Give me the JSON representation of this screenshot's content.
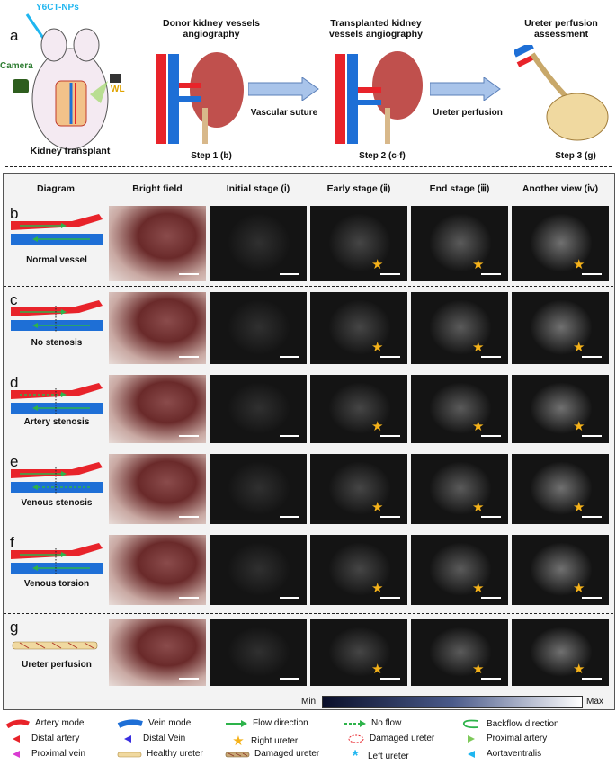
{
  "top": {
    "panel_letter": "a",
    "probe": "Y6CT-NPs",
    "camera": "Camera",
    "wl": "WL",
    "kidney_transplant": "Kidney transplant",
    "steps": [
      {
        "title": "Donor kidney vessels angiography",
        "sub": "Step 1 (b)"
      },
      {
        "title": "Transplanted kidney vessels angiography",
        "sub": "Step 2 (c-f)"
      },
      {
        "title": "Ureter perfusion assessment",
        "sub": "Step 3 (g)"
      }
    ],
    "arrows": [
      "Vascular suture",
      "Ureter perfusion"
    ]
  },
  "grid": {
    "headers": [
      "Diagram",
      "Bright field",
      "Initial stage (ⅰ)",
      "Early stage (ⅱ)",
      "End stage (ⅲ)",
      "Another view (ⅳ)"
    ],
    "rows": [
      {
        "letter": "b",
        "label": "Normal vessel"
      },
      {
        "letter": "c",
        "label": "No stenosis"
      },
      {
        "letter": "d",
        "label": "Artery stenosis"
      },
      {
        "letter": "e",
        "label": "Venous stenosis"
      },
      {
        "letter": "f",
        "label": "Venous torsion"
      },
      {
        "letter": "g",
        "label": "Ureter perfusion"
      }
    ],
    "colorbar": {
      "min": "Min",
      "max": "Max"
    }
  },
  "legend": {
    "artery_mode": "Artery mode",
    "vein_mode": "Vein mode",
    "flow_direction": "Flow direction",
    "no_flow": "No flow",
    "backflow_direction": "Backflow direction",
    "distal_artery": "Distal artery",
    "distal_vein": "Distal Vein",
    "right_ureter": "Right ureter",
    "damaged_ureter": "Damaged ureter",
    "proximal_artery": "Proximal artery",
    "proximal_vein": "Proximal vein",
    "healthy_ureter": "Healthy ureter",
    "damaged_ureter_2": "Damaged ureter",
    "left_ureter": "Left ureter",
    "aortaventralis": "Aortaventralis"
  },
  "colors": {
    "artery": "#e8232a",
    "vein": "#1e6fd6",
    "flow": "#2db34a",
    "star": "#f5b21a",
    "left_ureter": "#1fb6f0",
    "proximal_artery": "#7ec95a",
    "proximal_vein": "#d93bd1",
    "distal_vein": "#3a2fe0"
  }
}
